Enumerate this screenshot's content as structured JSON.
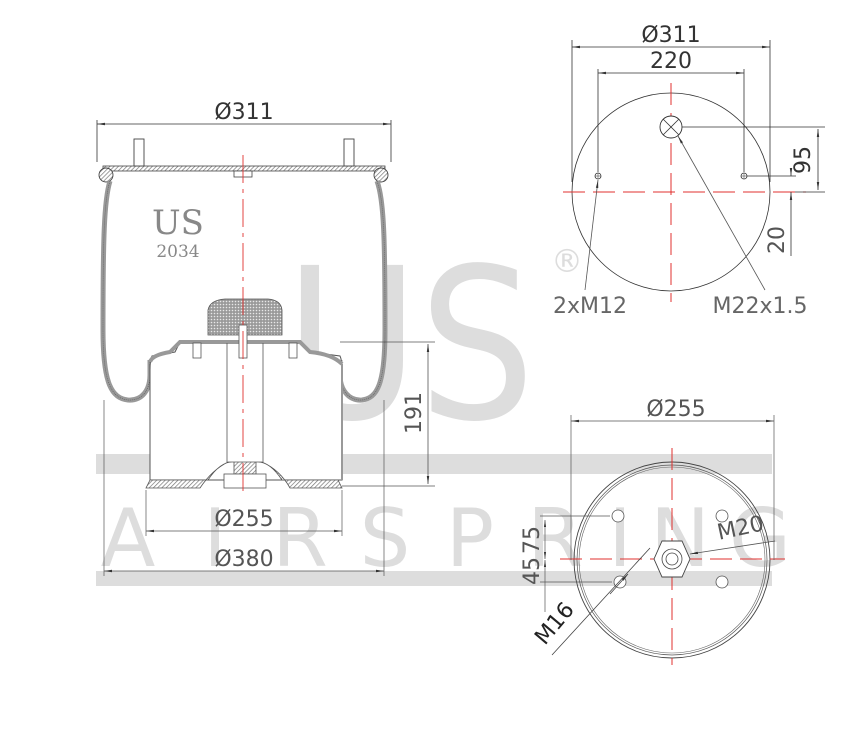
{
  "watermark": {
    "brand": "US",
    "registered_mark": "®",
    "tagline_letters": [
      "A",
      "I",
      "R",
      "S",
      "P",
      "R",
      "I",
      "N",
      "G"
    ],
    "tagline": "AIR SPRING"
  },
  "side_view": {
    "label_brand": "US",
    "label_model": "2034",
    "dim_top_diameter": "Ø311",
    "dim_height": "191",
    "dim_piston_diameter": "Ø255",
    "dim_max_diameter": "Ø380"
  },
  "top_view": {
    "dim_plate_diameter": "Ø311",
    "dim_bolt_spacing": "220",
    "dim_offset_vertical": "95",
    "dim_offset_lower": "20",
    "callout_bolts": "2xM12",
    "callout_air_fitting": "M22x1.5"
  },
  "bottom_view": {
    "dim_piston_diameter": "Ø255",
    "dim_offset_a": "45",
    "dim_offset_b": "75",
    "callout_center_stud": "M20",
    "callout_bolt": "M16"
  },
  "colors": {
    "line": "#333333",
    "dim_text": "#555555",
    "centerline": "#e0312f",
    "watermark": "#d9d9d9",
    "hatch": "#888888"
  }
}
